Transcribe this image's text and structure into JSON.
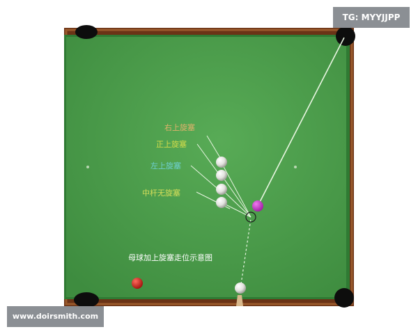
{
  "watermark": {
    "top_right": "TG: MYYJJPP",
    "bottom_left": "www.doirsmith.com"
  },
  "diagram": {
    "caption": "母球加上旋塞走位示意图",
    "spin_labels": [
      {
        "key": "right",
        "text": "右上旋塞",
        "color": "#e2b26b"
      },
      {
        "key": "top",
        "text": "正上旋塞",
        "color": "#d6dd4a"
      },
      {
        "key": "left",
        "text": "左上旋塞",
        "color": "#6fd0d2"
      },
      {
        "key": "center",
        "text": "中杆无旋塞",
        "color": "#d8df5a"
      }
    ]
  },
  "colors": {
    "felt": "#4a9a49",
    "rail": "#6b3316",
    "target_ball": "#c02fc0",
    "red_ball": "#c8241d",
    "guide_line": "#e9f6e2"
  }
}
